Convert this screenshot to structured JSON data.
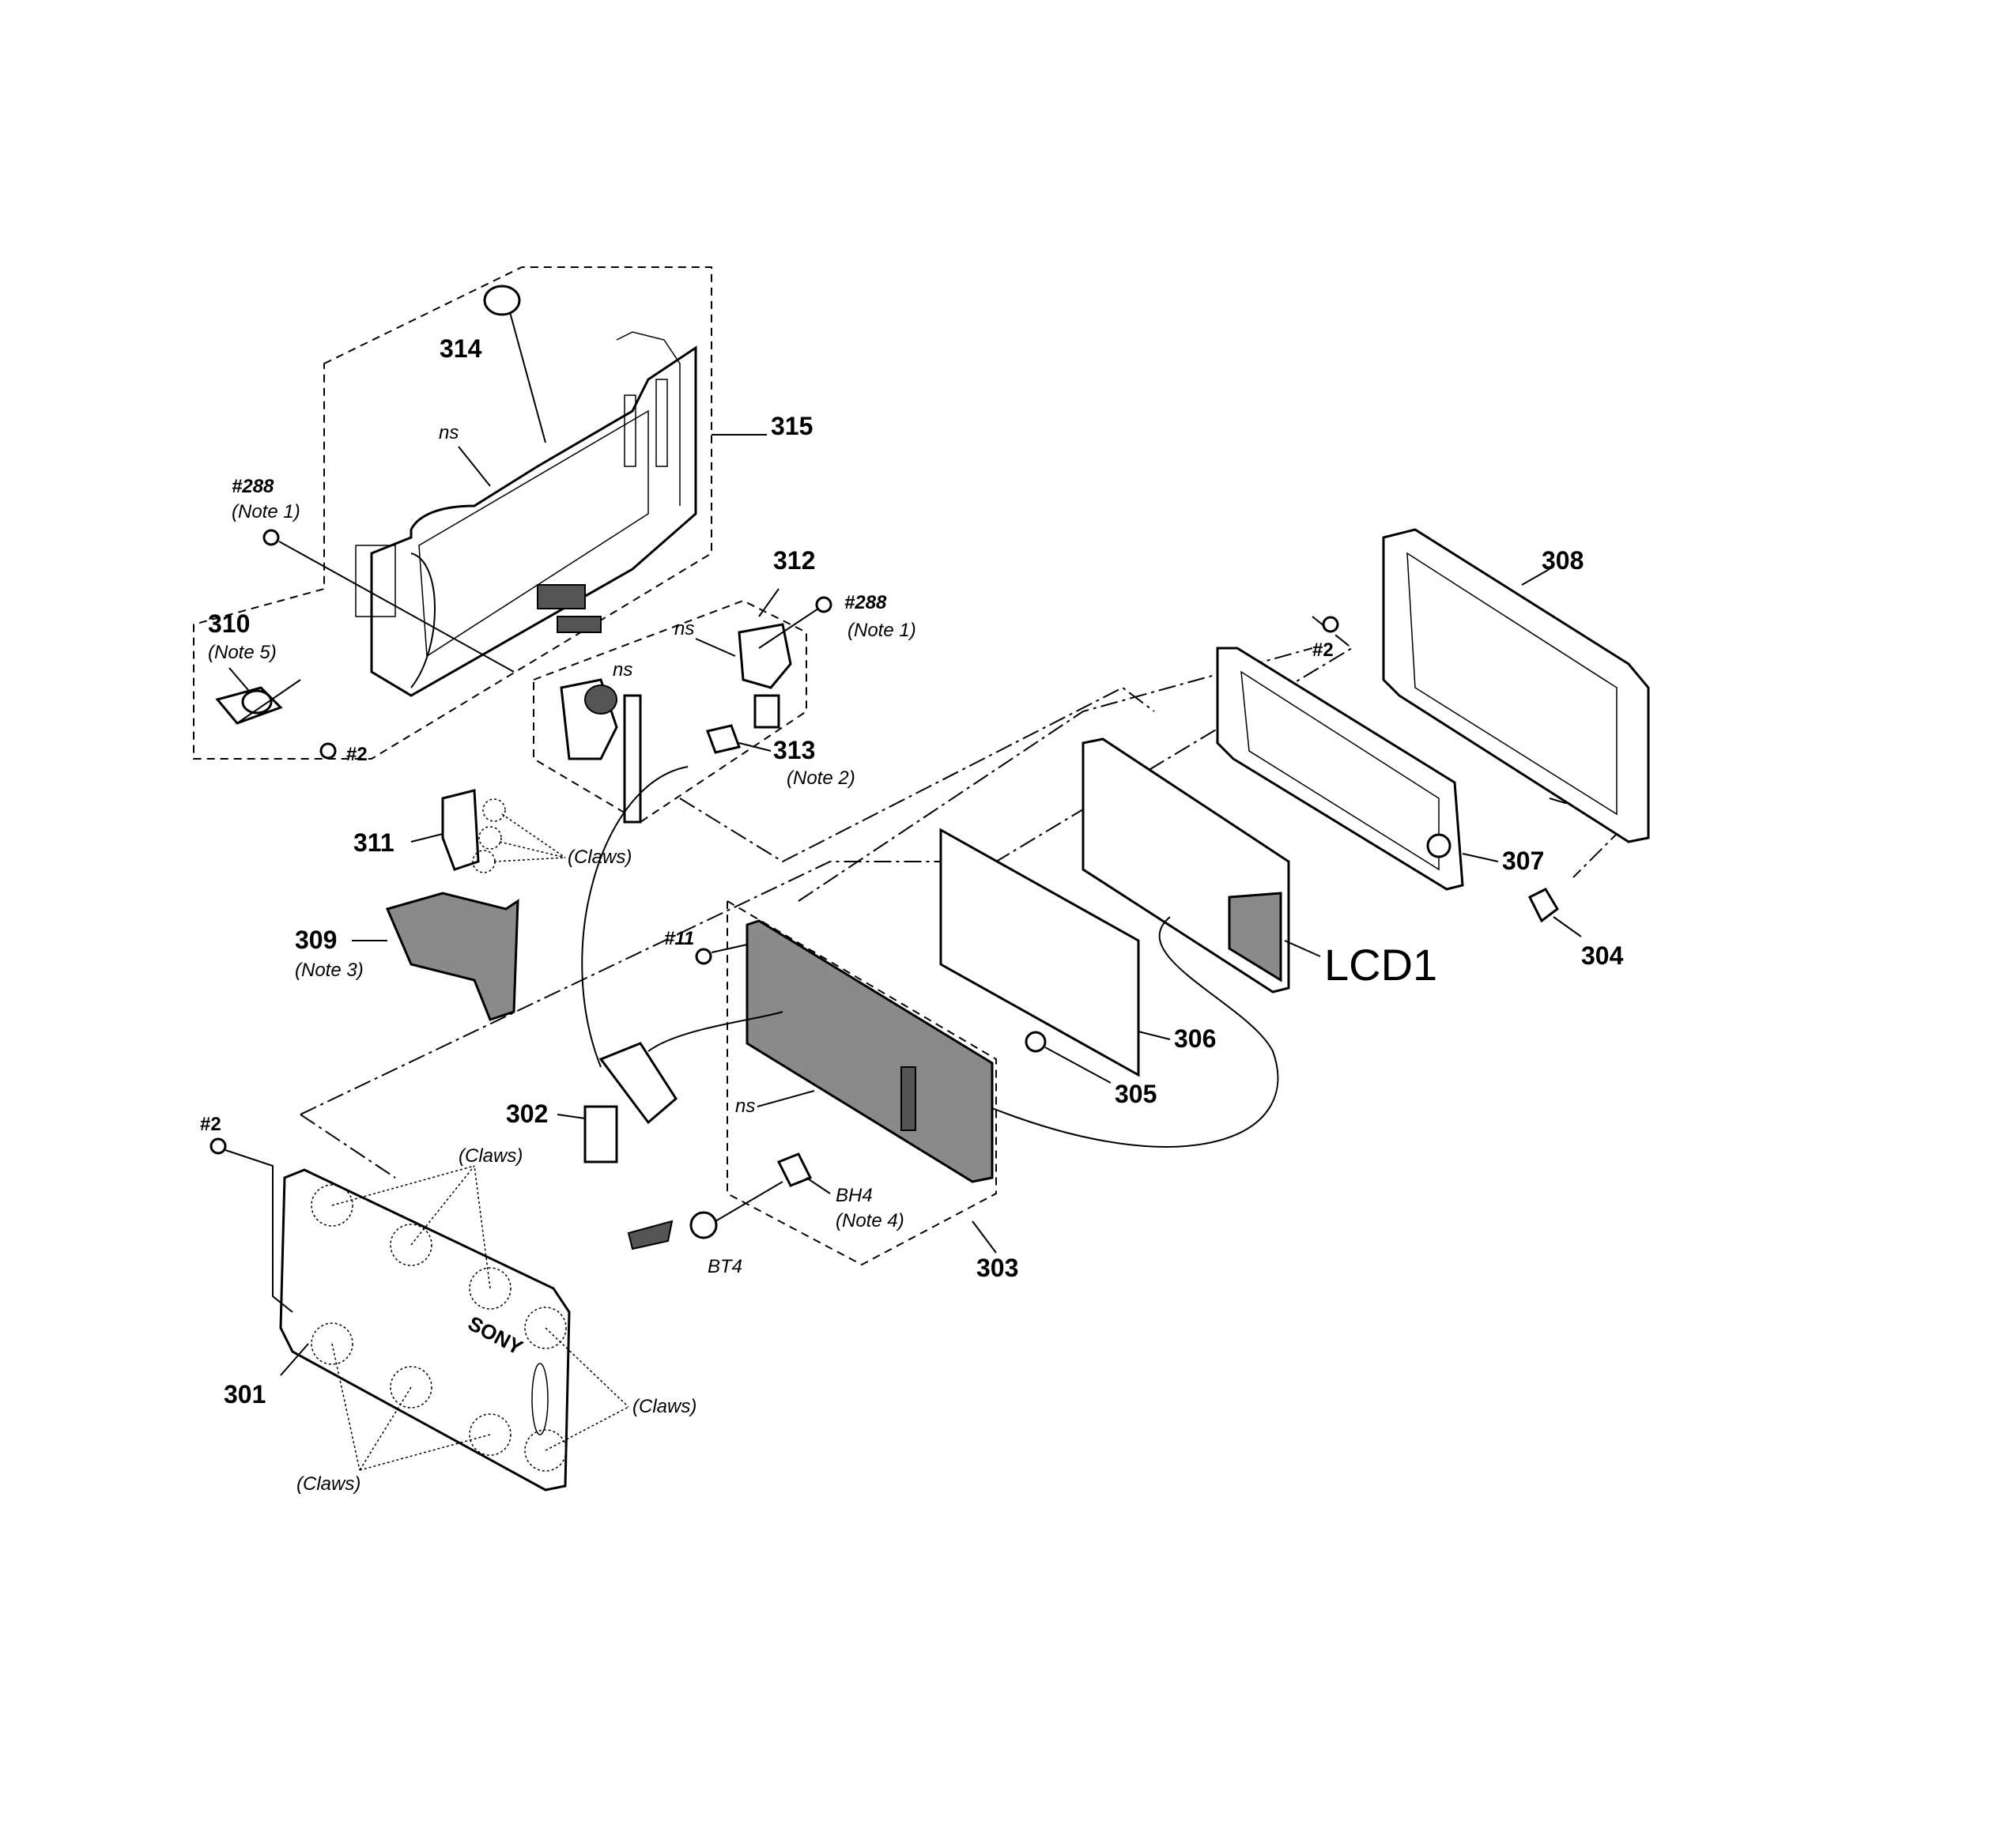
{
  "labels": {
    "p314": "314",
    "p315": "315",
    "p312": "312",
    "p310": "310",
    "p311": "311",
    "p309": "309",
    "p313": "313",
    "p308": "308",
    "p307": "307",
    "p306": "306",
    "p305": "305",
    "p304": "304",
    "p303": "303",
    "p302": "302",
    "p301": "301",
    "lcd1": "LCD1",
    "bh4": "BH4",
    "bt4": "BT4"
  },
  "screws": {
    "s288_a": "#288",
    "s288_b": "#288",
    "s2_a": "#2",
    "s2_b": "#2",
    "s2_c": "#2",
    "s11": "#11"
  },
  "notes": {
    "note1_a": "(Note 1)",
    "note1_b": "(Note 1)",
    "note2": "(Note 2)",
    "note3": "(Note 3)",
    "note4": "(Note 4)",
    "note5": "(Note 5)"
  },
  "misc": {
    "ns_a": "ns",
    "ns_b": "ns",
    "ns_c": "ns",
    "ns_d": "ns",
    "claws_a": "(Claws)",
    "claws_b": "(Claws)",
    "claws_c": "(Claws)",
    "claws_d": "(Claws)",
    "brand": "SONY"
  }
}
